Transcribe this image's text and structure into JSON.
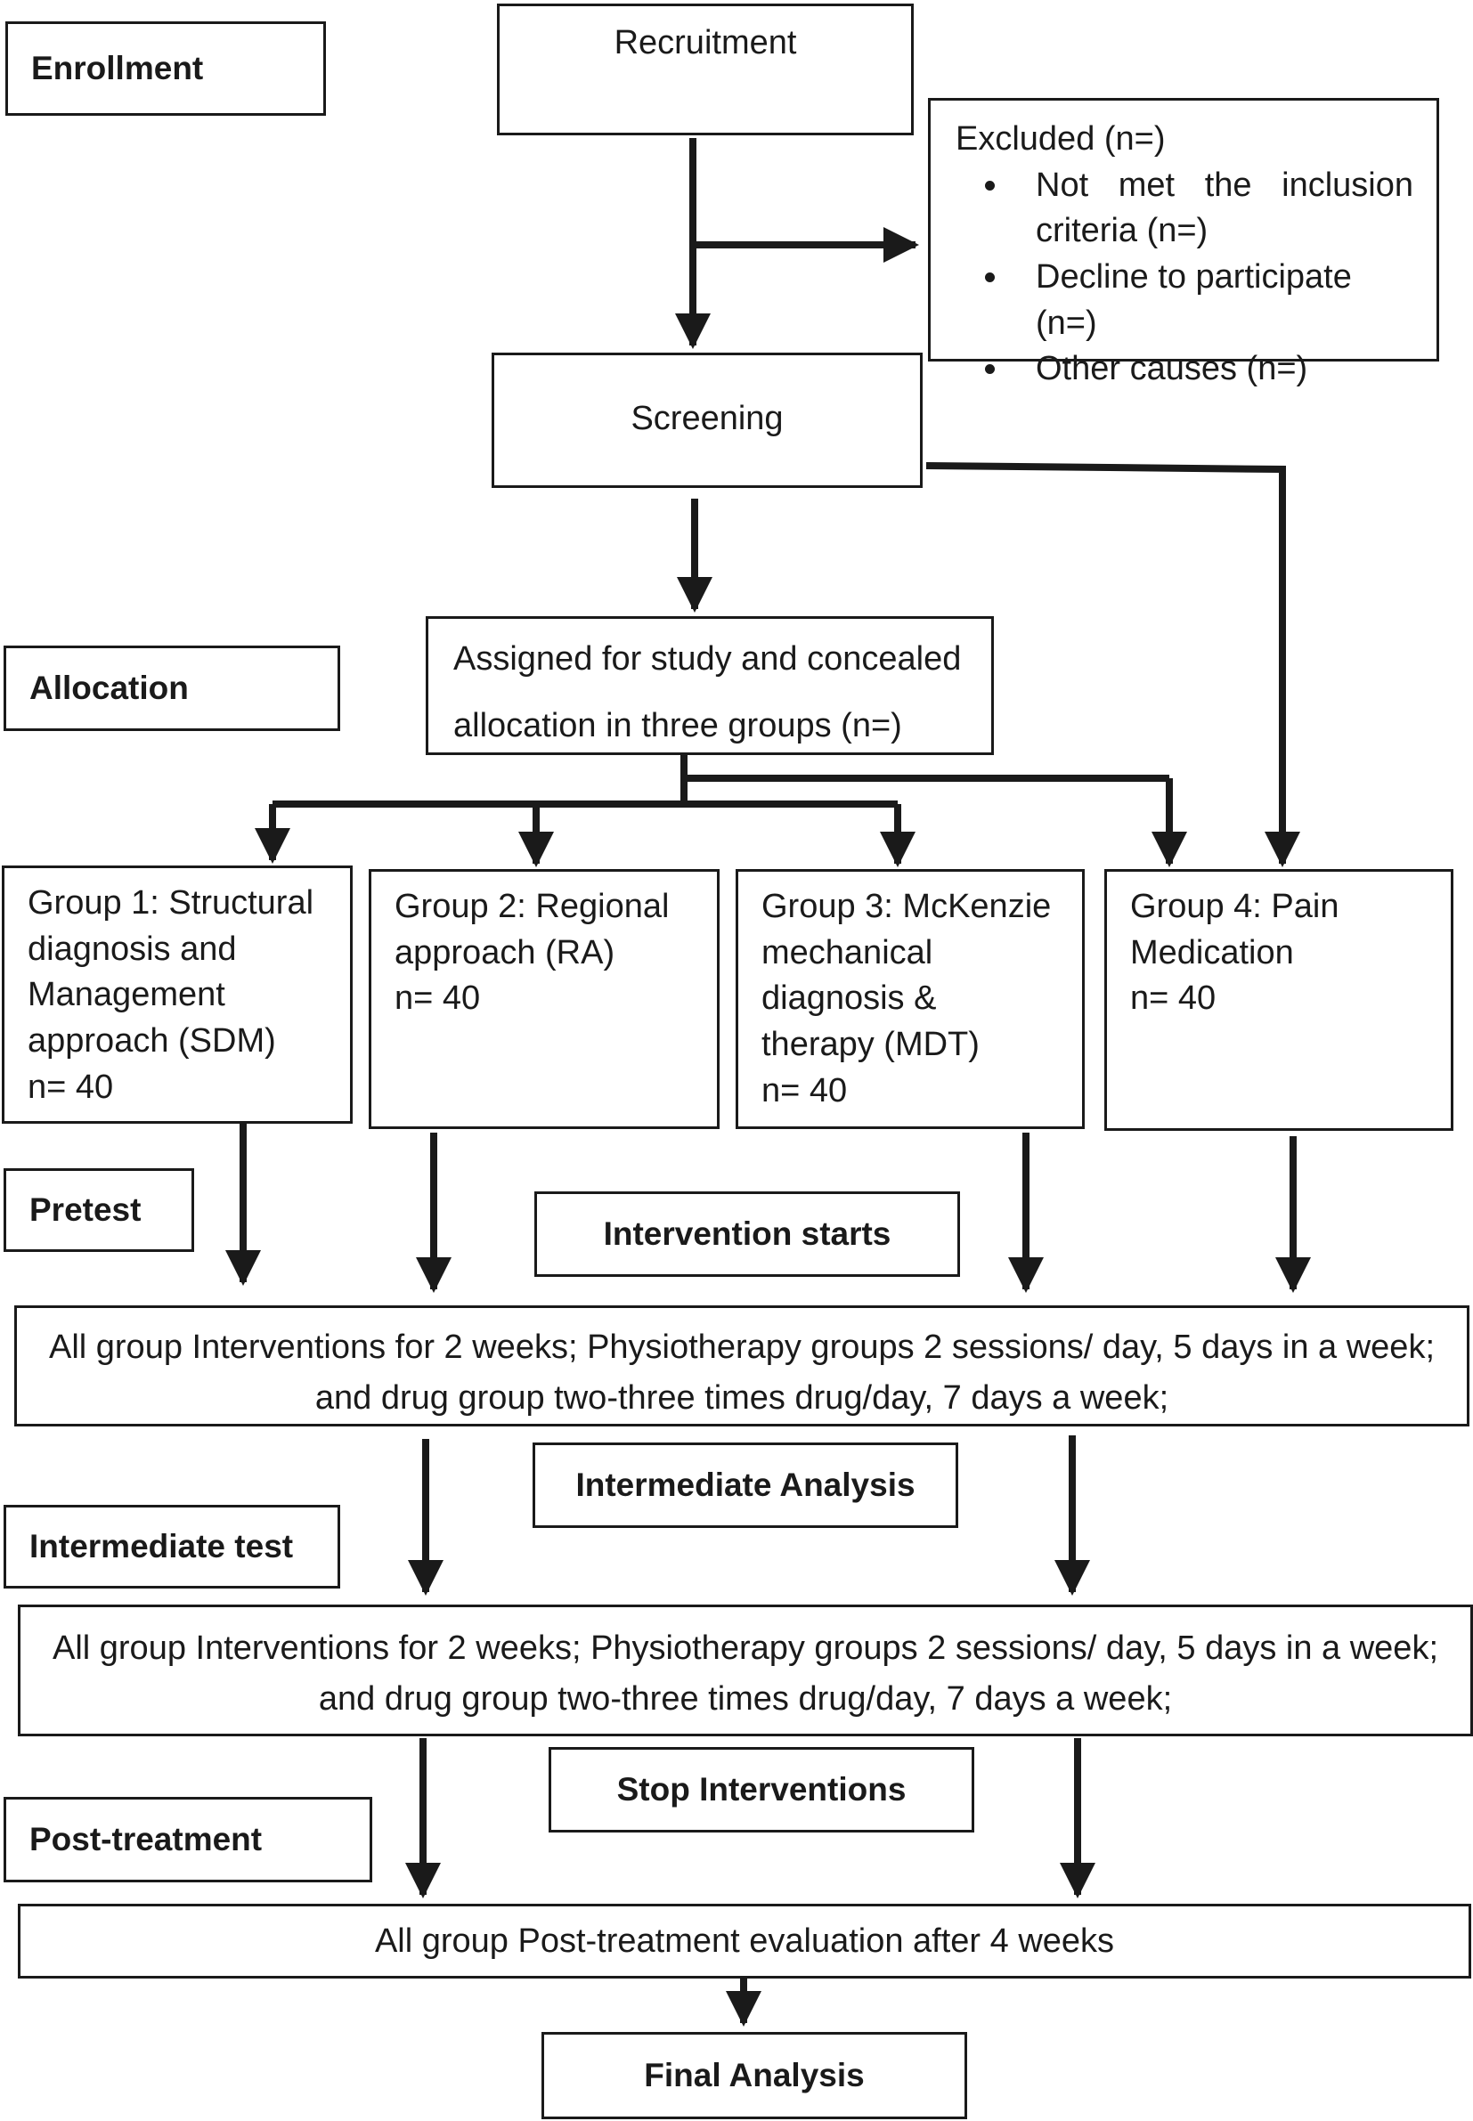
{
  "stages": {
    "enrollment": "Enrollment",
    "allocation": "Allocation",
    "pretest": "Pretest",
    "intermediate_test": "Intermediate test",
    "post_treatment": "Post-treatment"
  },
  "recruitment": "Recruitment",
  "excluded": {
    "title": "Excluded (n=)",
    "items": [
      "Not met the inclusion criteria (n=)",
      "Decline to participate (n=)",
      "Other causes (n=)"
    ]
  },
  "screening": "Screening",
  "assigned": {
    "line1": "Assigned for study and concealed",
    "line2": "allocation in three groups (n=)"
  },
  "groups": [
    {
      "lines": [
        "Group 1: Structural",
        "diagnosis and",
        "Management",
        "approach (SDM)"
      ],
      "n": "n= 40"
    },
    {
      "lines": [
        "Group 2: Regional",
        "approach (RA)"
      ],
      "n": "n= 40"
    },
    {
      "lines": [
        "Group 3: McKenzie",
        "mechanical",
        "diagnosis &",
        "therapy (MDT)"
      ],
      "n": "n= 40"
    },
    {
      "lines": [
        "Group 4: Pain",
        "Medication"
      ],
      "n": "n= 40"
    }
  ],
  "labels": {
    "intervention_starts": "Intervention starts",
    "intermediate_analysis": "Intermediate Analysis",
    "stop_interventions": "Stop Interventions",
    "final_analysis": "Final Analysis"
  },
  "intervention_block_1": {
    "line1": "All group Interventions for 2 weeks; Physiotherapy groups 2 sessions/ day, 5 days in a week;",
    "line2": "and drug group two-three times drug/day, 7 days a week;"
  },
  "intervention_block_2": {
    "line1": "All group Interventions for 2 weeks; Physiotherapy groups 2 sessions/ day, 5 days in a week;",
    "line2": "and drug group two-three times drug/day, 7 days a week;"
  },
  "post_evaluation": "All group Post-treatment evaluation after 4 weeks",
  "colors": {
    "stroke": "#1a1a1a",
    "background": "#ffffff"
  }
}
